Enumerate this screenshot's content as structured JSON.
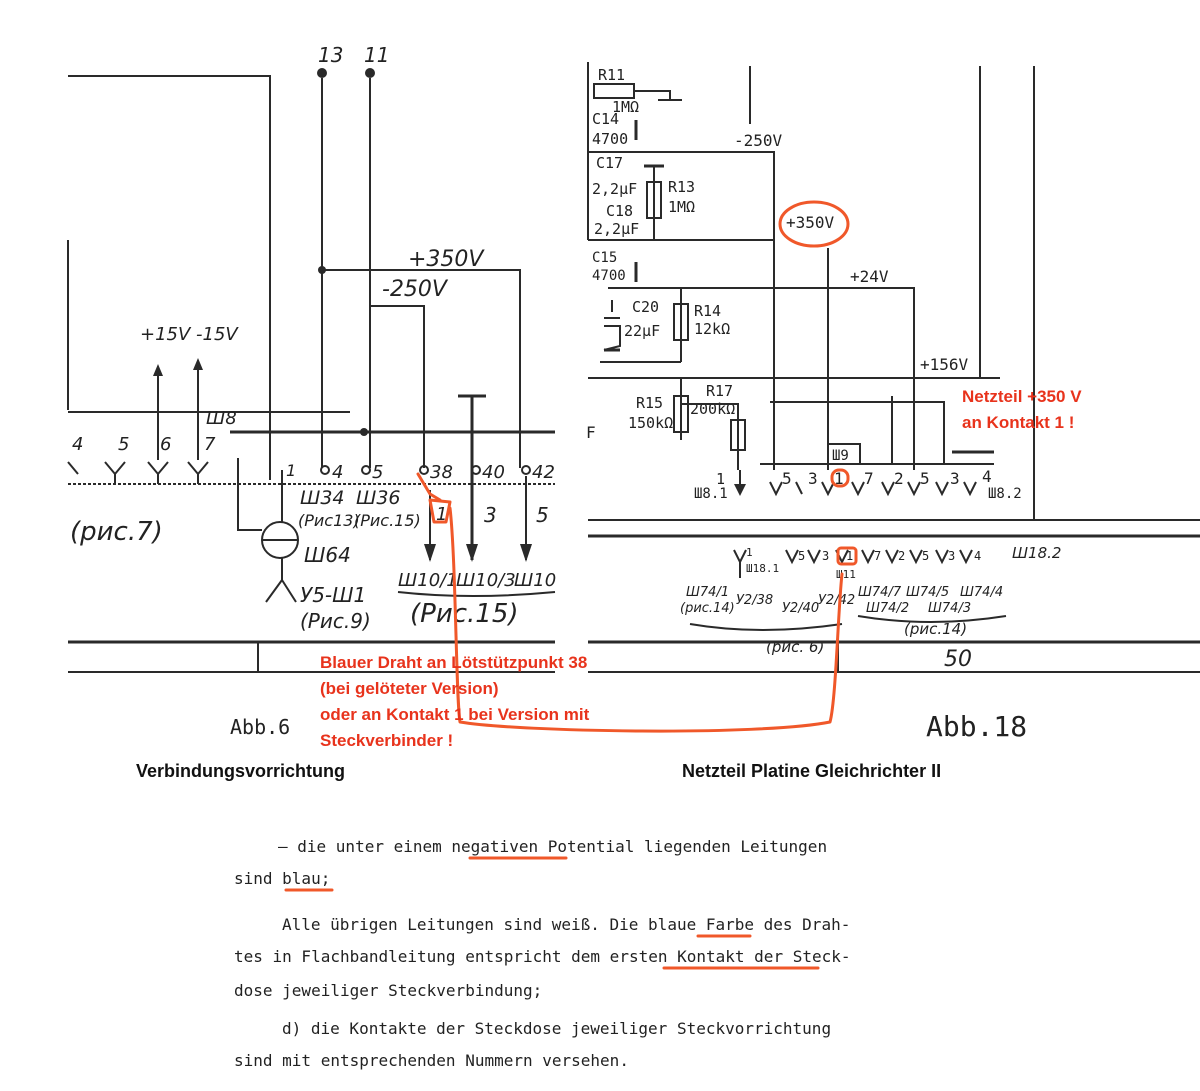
{
  "left_schematic": {
    "figure_label": "Abb.6",
    "caption": "Verbindungsvorrichtung",
    "wire_numbers": [
      "13",
      "11"
    ],
    "voltage_plus": "+350V",
    "voltage_minus": "-250V",
    "supply_label": "+15V -15V",
    "plug_label": "Ш8",
    "plug_contacts": [
      "4",
      "5",
      "6",
      "7"
    ],
    "terminal_labels": [
      "1",
      "4",
      "5",
      "38",
      "40",
      "42"
    ],
    "connector_labels": [
      "Ш34",
      "Ш36"
    ],
    "connector_refs": [
      "(Рис13)",
      "(Рис.15)"
    ],
    "socket_label": "Ш64",
    "unit_label": "У5-Ш1",
    "unit_ref": "(Рис.9)",
    "contact_numbers": [
      "1",
      "3",
      "5"
    ],
    "plug_refs": [
      "Ш10/1",
      "Ш10/3",
      "Ш10"
    ],
    "group_ref": "(Рис.15)",
    "side_ref": "(рис.7)"
  },
  "right_schematic": {
    "figure_label": "Abb.18",
    "caption": "Netzteil Platine Gleichrichter II",
    "components": [
      {
        "ref": "R11",
        "value": "1MΩ"
      },
      {
        "ref": "C14",
        "value": "4700"
      },
      {
        "ref": "C17",
        "value": "2,2μF"
      },
      {
        "ref": "R13",
        "value": "1MΩ"
      },
      {
        "ref": "C18",
        "value": "2,2μF"
      },
      {
        "ref": "C15",
        "value": "4700"
      },
      {
        "ref": "C20",
        "value": "22μF"
      },
      {
        "ref": "R14",
        "value": "12kΩ"
      },
      {
        "ref": "R15",
        "value": "150kΩ"
      },
      {
        "ref": "R17",
        "value": "200kΩ"
      }
    ],
    "voltages": [
      "-250V",
      "+350V",
      "+24V",
      "+156V"
    ],
    "connector_label": "Ш9",
    "pins": [
      "5",
      "3",
      "1",
      "7",
      "2",
      "5",
      "3",
      "4"
    ],
    "left_pin_label": "Ш8.1",
    "right_pin_label": "Ш8.2",
    "left_pin": "1",
    "f_label": "F",
    "bottom_row_label": "Ш18.2",
    "bottom_pins": [
      "1",
      "5",
      "3",
      "1",
      "7",
      "2",
      "5",
      "3",
      "4"
    ],
    "bottom_refs_a": [
      "Ш74/1",
      "(рис.14)",
      "У2/38",
      "У2/40",
      "У2/42",
      "(рис. 6)"
    ],
    "bottom_refs_b": [
      "Ш74/7",
      "Ш74/5",
      "Ш74/4",
      "Ш74/2",
      "Ш74/3",
      "(рис.14)"
    ],
    "page_number": "50",
    "bottom_sub_labels": [
      "Ш18.1",
      "Ш11"
    ]
  },
  "annotations": {
    "netzteil_line1": "Netzteil +350 V",
    "netzteil_line2": "an Kontakt 1 !",
    "wire_note_lines": [
      "Blauer Draht an Lötstützpunkt 38",
      "(bei gelöteter Version)",
      "oder an Kontakt 1 bei Version mit",
      "Steckverbinder !"
    ],
    "circle_label": "+350V"
  },
  "text_excerpt": {
    "lines": [
      "– die unter einem negativen Potential liegenden Leitungen",
      "sind blau;",
      "Alle übrigen Leitungen sind weiß. Die blaue Farbe des Drah-",
      "tes in Flachbandleitung entspricht dem ersten Kontakt der Steck-",
      "dose jeweiliger Steckverbindung;",
      "d) die Kontakte der Steckdose jeweiliger Steckvorrichtung",
      "sind mit entsprechenden Nummern versehen."
    ]
  },
  "colors": {
    "annotation_red": "#e8331c",
    "marker_orange": "#f0582a",
    "ink": "#2a2a2a"
  }
}
